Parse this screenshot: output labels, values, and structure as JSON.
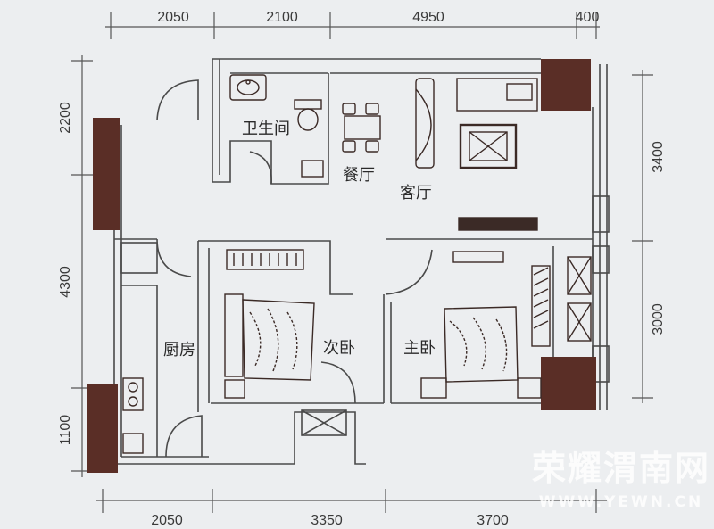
{
  "dimensions": {
    "top": [
      "2050",
      "2100",
      "4950",
      "400"
    ],
    "bottom": [
      "2050",
      "3350",
      "3700"
    ],
    "left": [
      "2200",
      "4300",
      "1100"
    ],
    "right": [
      "3400",
      "3000"
    ]
  },
  "rooms": {
    "bathroom": "卫生间",
    "dining": "餐厅",
    "living": "客厅",
    "second_bedroom": "次卧",
    "master_bedroom": "主卧",
    "kitchen": "厨房"
  },
  "watermark": {
    "brand": "荣耀渭南网",
    "url": "WWW.YEWN.CN"
  },
  "colors": {
    "wall": "#5a2e26",
    "background": "#eceef0",
    "line": "#4a4a4a"
  }
}
